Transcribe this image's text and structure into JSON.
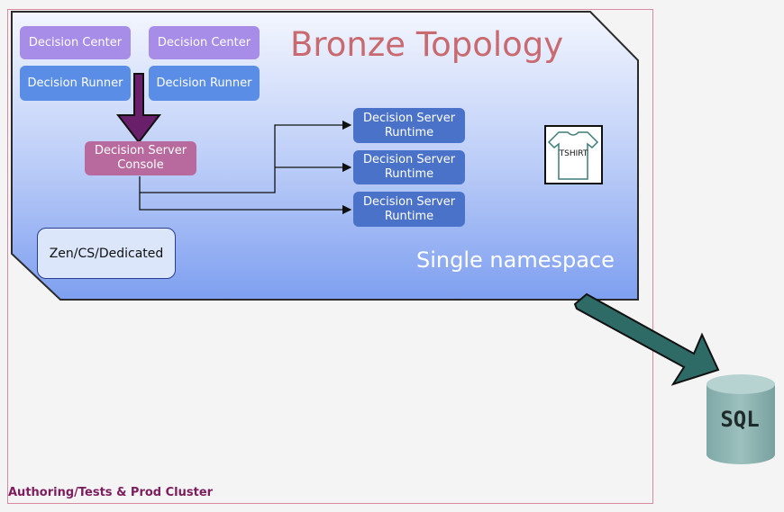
{
  "title": "Bronze Topology",
  "namespace_label": "Single  namespace",
  "cluster_label": "Authoring/Tests & Prod Cluster",
  "top_left": {
    "decision_center": "Decision Center",
    "decision_runner": "Decision Runner"
  },
  "top_right": {
    "decision_center": "Decision Center",
    "decision_runner": "Decision Runner"
  },
  "console": {
    "line1": "Decision Server",
    "line2": "Console"
  },
  "runtimes": [
    {
      "line1": "Decision Server",
      "line2": "Runtime"
    },
    {
      "line1": "Decision Server",
      "line2": "Runtime"
    },
    {
      "line1": "Decision Server",
      "line2": "Runtime"
    }
  ],
  "zen_label": "Zen/CS/Dedicated",
  "tshirt_label": "TSHIRT",
  "sql_label": "SQL",
  "colors": {
    "title": "#c86a6f",
    "cluster_label": "#7c1d5e",
    "arrow_big": "#2e6b66",
    "arrow_down": "#6a1f6a"
  }
}
